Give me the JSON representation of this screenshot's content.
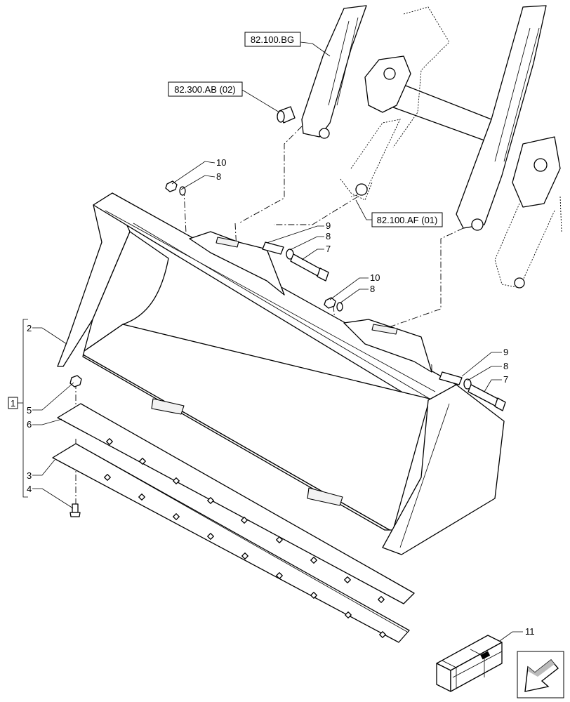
{
  "references": {
    "arm_top": "82.100.BG",
    "pin_bush": "82.300.AB (02)",
    "arm_pivot": "82.100.AF (01)"
  },
  "group_label": "1",
  "callouts": {
    "c2": "2",
    "c5": "5",
    "c6": "6",
    "c3": "3",
    "c4": "4",
    "c10a": "10",
    "c8a": "8",
    "c9a": "9",
    "c8b": "8",
    "c7a": "7",
    "c10b": "10",
    "c8c": "8",
    "c9b": "9",
    "c8d": "8",
    "c7b": "7",
    "c11": "11"
  },
  "icons": [
    "kit-box-icon",
    "orientation-arrow-icon"
  ]
}
